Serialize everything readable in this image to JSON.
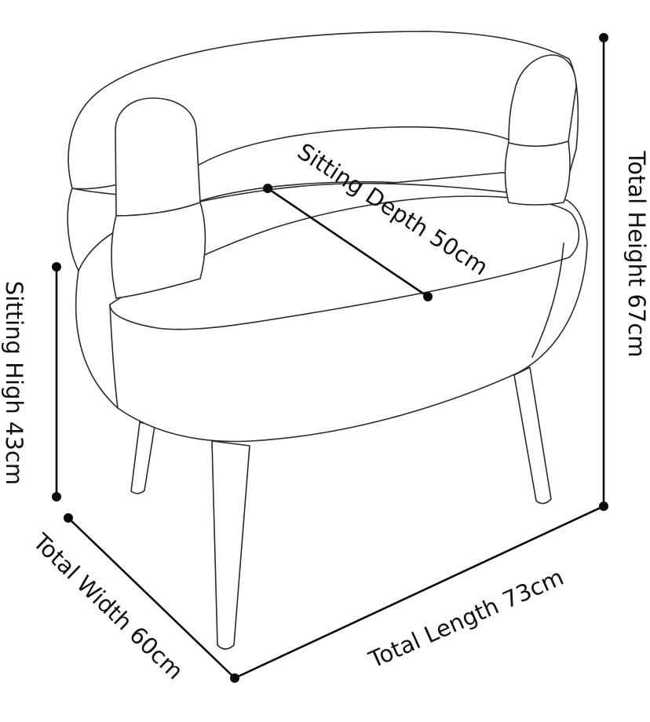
{
  "labels": {
    "sitting_depth": "Sitting Depth 50cm",
    "total_height": "Total Height 67cm",
    "sitting_high": "Sitting High 43cm",
    "total_width": "Total Width 60cm",
    "total_length": "Total Length 73cm"
  },
  "colors": {
    "line": "#2a2a2a",
    "dimension": "#0a0a0a",
    "background": "#ffffff"
  }
}
